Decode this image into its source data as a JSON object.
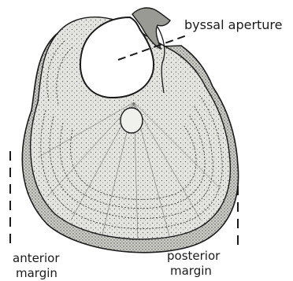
{
  "labels": {
    "byssal_aperture": "byssal aperture",
    "anterior_line1": "anterior",
    "anterior_line2": "margin",
    "posterior_line1": "posterior",
    "posterior_line2": "margin"
  },
  "colors": {
    "ink": "#1a1a1a",
    "shell_light": "#f4f4f2",
    "shell_mid": "#dcdcd8",
    "shell_dark": "#bdbdb8"
  }
}
